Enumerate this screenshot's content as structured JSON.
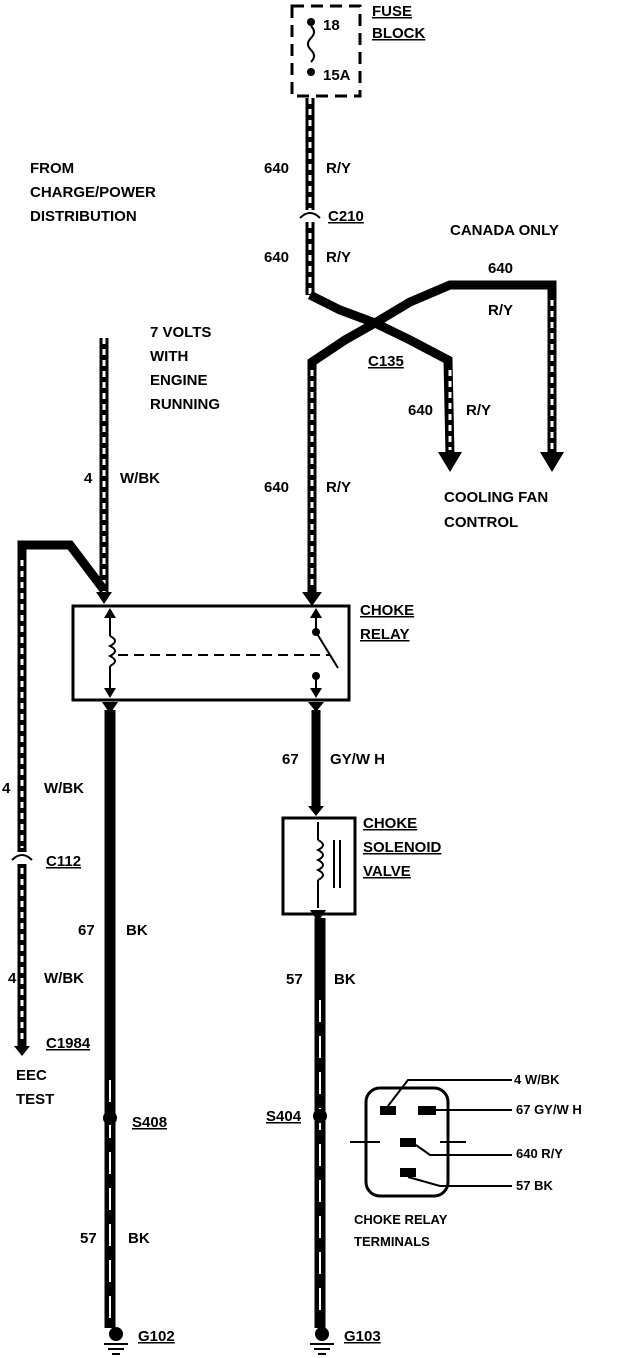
{
  "fuse_block": {
    "label_line1": "FUSE",
    "label_line2": "BLOCK",
    "fuse_number": "18",
    "fuse_rating": "15A"
  },
  "labels": {
    "from_line1": "FROM",
    "from_line2": "CHARGE/POWER",
    "from_line3": "DISTRIBUTION",
    "volts_line1": "7 VOLTS",
    "volts_line2": "WITH",
    "volts_line3": "ENGINE",
    "volts_line4": "RUNNING",
    "canada": "CANADA ONLY",
    "cooling_line1": "COOLING FAN",
    "cooling_line2": "CONTROL",
    "eec_line1": "EEC",
    "eec_line2": "TEST"
  },
  "wires": {
    "c640": "640",
    "ry": "R/Y",
    "c4": "4",
    "wbk": "W/BK",
    "c67": "67",
    "gywh": "GY/W H",
    "bk": "BK",
    "c57": "57"
  },
  "connectors": {
    "c210": "C210",
    "c135": "C135",
    "c112": "C112",
    "c1984": "C1984",
    "s408": "S408",
    "s404": "S404",
    "g102": "G102",
    "g103": "G103"
  },
  "components": {
    "choke_relay_line1": "CHOKE",
    "choke_relay_line2": "RELAY",
    "solenoid_line1": "CHOKE",
    "solenoid_line2": "SOLENOID",
    "solenoid_line3": "VALVE"
  },
  "terminals": {
    "title_line1": "CHOKE RELAY",
    "title_line2": "TERMINALS",
    "t1": "4 W/BK",
    "t2": "67 GY/W H",
    "t3": "640 R/Y",
    "t4": "57 BK"
  }
}
